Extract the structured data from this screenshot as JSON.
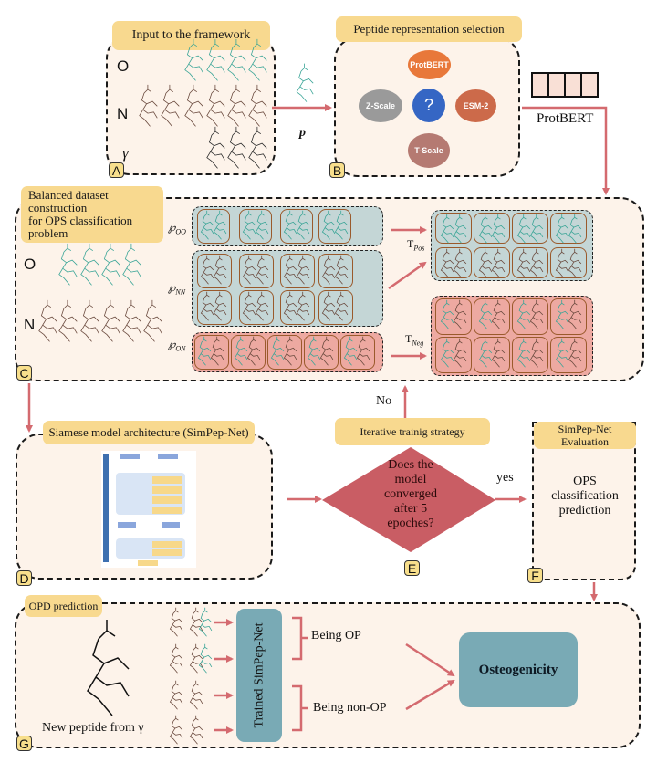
{
  "panelA": {
    "title": "Input to the framework",
    "row_labels": [
      "O",
      "N",
      "γ"
    ],
    "letter": "A",
    "arrow_label": "p"
  },
  "panelB": {
    "title": "Peptide representation selection",
    "center": "?",
    "options": {
      "top": "ProtBERT",
      "right": "ESM-2",
      "bottom": "T-Scale",
      "left": "Z-Scale"
    },
    "letter": "B",
    "output_label": "ProtBERT",
    "vector_cells": 4
  },
  "panelC": {
    "title": "Balanced dataset construction for OPS classification problem",
    "title_lines": [
      "Balanced dataset",
      "construction",
      "for OPS classification",
      "problem"
    ],
    "row_labels": [
      "O",
      "N"
    ],
    "pair_sets": [
      "℘OO",
      "℘NN",
      "℘ON"
    ],
    "pair_set_labels": [
      {
        "main": "℘",
        "sub": "OO"
      },
      {
        "main": "℘",
        "sub": "NN"
      },
      {
        "main": "℘",
        "sub": "ON"
      }
    ],
    "t_pos": {
      "main": "T",
      "sub": "Pos"
    },
    "t_neg": {
      "main": "T",
      "sub": "Neg"
    },
    "letter": "C"
  },
  "loop": {
    "no_label": "No",
    "yes_label": "yes"
  },
  "panelD": {
    "title": "Siamese model architecture (SimPep-Net)",
    "letter": "D"
  },
  "panelE": {
    "title": "Iterative trainig strategy",
    "question_lines": [
      "Does the",
      "model",
      "converged",
      "after 5",
      "epoches?"
    ],
    "letter": "E"
  },
  "panelF": {
    "title_lines": [
      "SimPep-Net",
      "Evaluation"
    ],
    "body_lines": [
      "OPS",
      "classification",
      "prediction"
    ],
    "letter": "F"
  },
  "panelG": {
    "title": "OPD prediction",
    "new_peptide_label": "New peptide from γ",
    "model_label": "Trained SimPep-Net",
    "outcome_op": "Being OP",
    "outcome_nonop": "Being non-OP",
    "result": "Osteogenicity",
    "letter": "G"
  },
  "colors": {
    "panel_bg": "#fdf3ea",
    "tag_bg": "#f8d98f",
    "arrow": "#d46a6f",
    "teal_box": "#79aab5",
    "pos_group": "#c4d6d6",
    "neg_group": "#eda9a1",
    "diamond": "#c95d64",
    "oval_protbert": "#e8783a",
    "oval_esm": "#cc6a4a",
    "oval_tscale": "#b57a72",
    "oval_zscale": "#9a9a9a",
    "oval_center": "#3566c4",
    "mol_o": "#3aa597",
    "mol_n": "#6a4a3e",
    "mol_gamma": "#2a2a2a"
  }
}
